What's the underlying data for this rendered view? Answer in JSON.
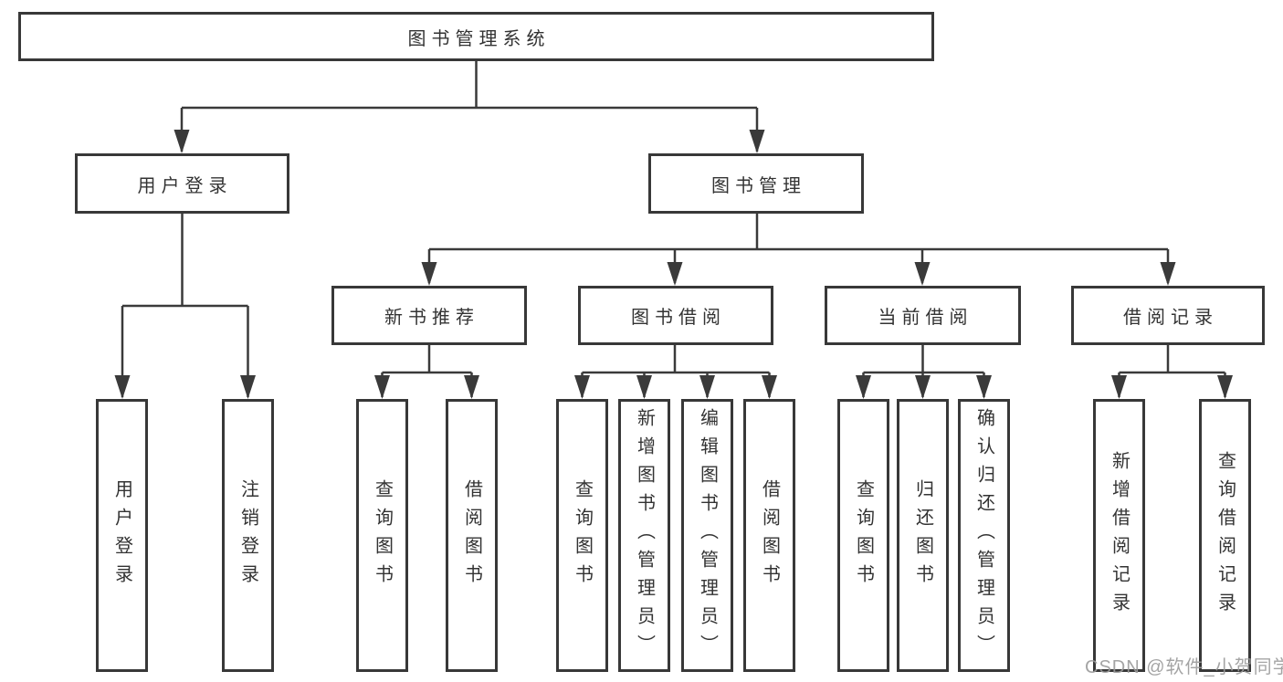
{
  "title": "图书管理系统",
  "colors": {
    "line": "#3a3a3a",
    "border": "#383838",
    "text": "#333333",
    "watermark": "#9b9b9b",
    "background": "#ffffff"
  },
  "nodes": {
    "root": "图书管理系统",
    "user_login": "用户登录",
    "book_mgmt": "图书管理",
    "new_book_rec": "新书推荐",
    "book_borrow": "图书借阅",
    "current_borrow": "当前借阅",
    "borrow_record": "借阅记录",
    "login_user": "用户登录",
    "login_logout": "注销登录",
    "rec_query_book": "查询图书",
    "rec_borrow_book": "借阅图书",
    "bb_query_book": "查询图书",
    "bb_add_book": "新增图书（管理员）",
    "bb_edit_book": "编辑图书（管理员）",
    "bb_borrow_book": "借阅图书",
    "cb_query_book": "查询图书",
    "cb_return_book": "归还图书",
    "cb_confirm_return": "确认归还（管理员）",
    "br_add_record": "新增借阅记录",
    "br_query_record": "查询借阅记录"
  },
  "hierarchy": {
    "label": "图书管理系统",
    "children": [
      {
        "label": "用户登录",
        "children": [
          {
            "label": "用户登录"
          },
          {
            "label": "注销登录"
          }
        ]
      },
      {
        "label": "图书管理",
        "children": [
          {
            "label": "新书推荐",
            "children": [
              {
                "label": "查询图书"
              },
              {
                "label": "借阅图书"
              }
            ]
          },
          {
            "label": "图书借阅",
            "children": [
              {
                "label": "查询图书"
              },
              {
                "label": "新增图书（管理员）"
              },
              {
                "label": "编辑图书（管理员）"
              },
              {
                "label": "借阅图书"
              }
            ]
          },
          {
            "label": "当前借阅",
            "children": [
              {
                "label": "查询图书"
              },
              {
                "label": "归还图书"
              },
              {
                "label": "确认归还（管理员）"
              }
            ]
          },
          {
            "label": "借阅记录",
            "children": [
              {
                "label": "新增借阅记录"
              },
              {
                "label": "查询借阅记录"
              }
            ]
          }
        ]
      }
    ]
  },
  "watermark": "CSDN @软件_小贺同学"
}
